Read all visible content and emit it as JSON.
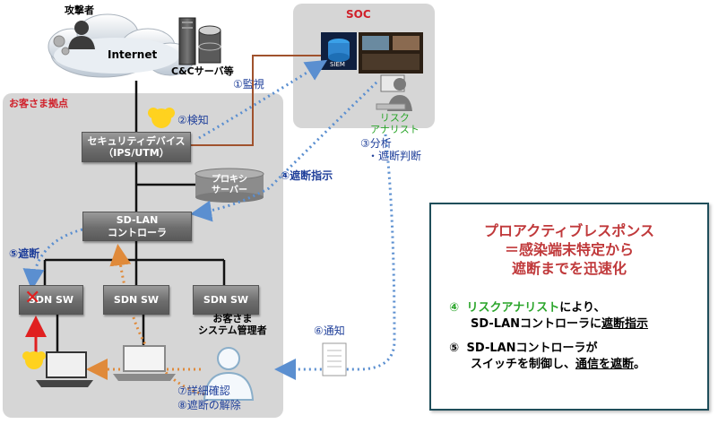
{
  "attacker": {
    "label": "攻撃者"
  },
  "internet": {
    "label": "Internet"
  },
  "cc_server": {
    "label": "C&Cサーバ等"
  },
  "soc": {
    "title": "SOC",
    "siem_label": "SIEM"
  },
  "analyst": {
    "line1": "リスク",
    "line2": "アナリスト"
  },
  "site": {
    "title": "お客さま拠点"
  },
  "security_device": {
    "line1": "セキュリティデバイス",
    "line2": "（IPS/UTM）"
  },
  "proxy": {
    "line1": "プロキシ",
    "line2": "サーバー"
  },
  "sdlan": {
    "line1": "SD-LAN",
    "line2": "コントローラ"
  },
  "switches": [
    {
      "label": "SDN SW"
    },
    {
      "label": "SDN SW"
    },
    {
      "label": "SDN SW"
    }
  ],
  "admin": {
    "line1": "お客さま",
    "line2": "システム管理者"
  },
  "steps": {
    "s1": "①監視",
    "s2": "②検知",
    "s3_line1": "③分析",
    "s3_line2": "・遮断判断",
    "s4": "④遮断指示",
    "s5": "⑤遮断",
    "s6": "⑥通知",
    "s7": "⑦詳細確認",
    "s8": "⑧遮断の解除"
  },
  "panel": {
    "title_line1": "プロアクティブレスポンス",
    "title_line2": "＝感染端末特定から",
    "title_line3": "遮断までを迅速化",
    "item4_num": "④",
    "item4_actor": "リスクアナリスト",
    "item4_rest": "により、",
    "item4_line2a": "SD-LANコントローラに",
    "item4_line2b": "遮断指示",
    "item5_num": "⑤",
    "item5_line1": "SD-LANコントローラが",
    "item5_line2a": "スイッチを制御し、",
    "item5_line2b": "通信を遮断",
    "item5_line2c": "。"
  },
  "colors": {
    "step_blue": "#1f3f9a",
    "soc_red": "#d0202a",
    "panel_red": "#c0393b",
    "analyst_green": "#2aa52a",
    "monitor_line": "#a0522d",
    "notify_dots": "#5b8fd0",
    "admin_dots": "#e08a3a",
    "alarm_red": "#e02020"
  }
}
